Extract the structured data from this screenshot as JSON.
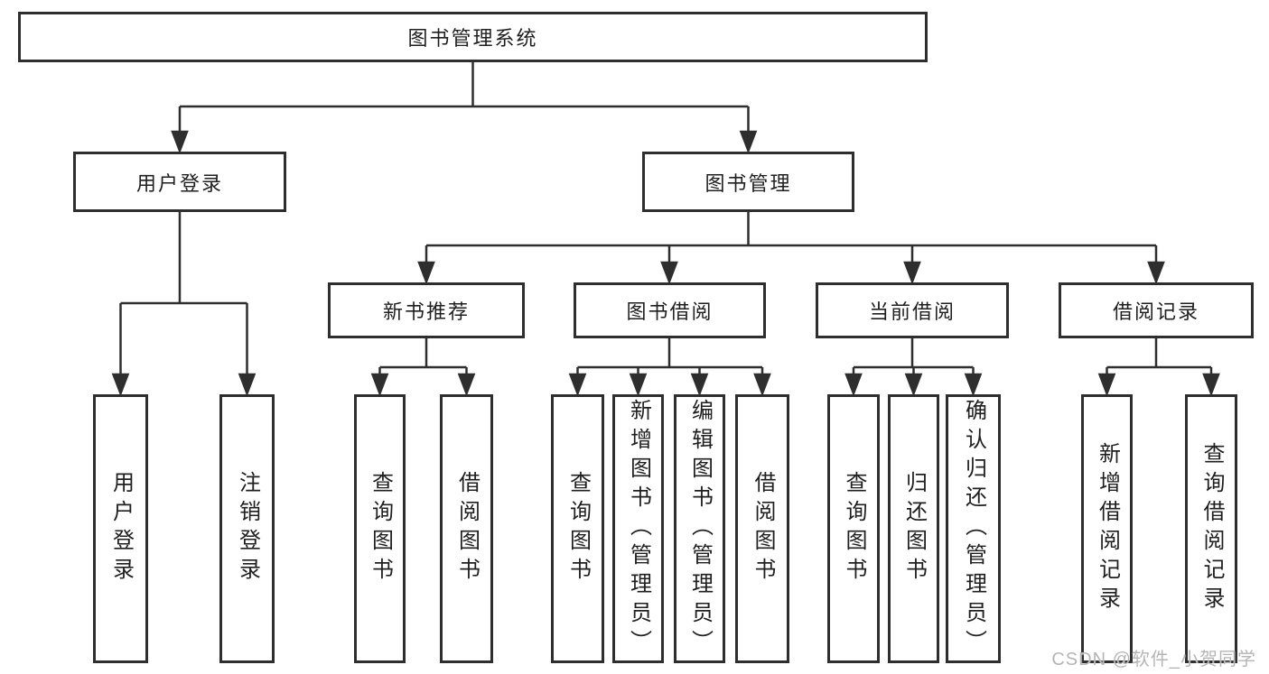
{
  "diagram_type": "hierarchy-tree",
  "colors": {
    "line": "#2e2e2e",
    "box_border": "#2e2e2e",
    "text": "#1f1f1f",
    "background": "#ffffff",
    "watermark": "#b5b5b5"
  },
  "tree": {
    "root": {
      "label": "图书管理系统",
      "children": [
        {
          "label": "用户登录",
          "children": [
            {
              "label": "用户登录"
            },
            {
              "label": "注销登录"
            }
          ]
        },
        {
          "label": "图书管理",
          "children": [
            {
              "label": "新书推荐",
              "children": [
                {
                  "label": "查询图书"
                },
                {
                  "label": "借阅图书"
                }
              ]
            },
            {
              "label": "图书借阅",
              "children": [
                {
                  "label": "查询图书"
                },
                {
                  "label": "新增图书（管理员）"
                },
                {
                  "label": "编辑图书（管理员）"
                },
                {
                  "label": "借阅图书"
                }
              ]
            },
            {
              "label": "当前借阅",
              "children": [
                {
                  "label": "查询图书"
                },
                {
                  "label": "归还图书"
                },
                {
                  "label": "确认归还（管理员）"
                }
              ]
            },
            {
              "label": "借阅记录",
              "children": [
                {
                  "label": "新增借阅记录"
                },
                {
                  "label": "查询借阅记录"
                }
              ]
            }
          ]
        }
      ]
    }
  },
  "watermark": {
    "text": "CSDN @软件_小贺同学"
  }
}
